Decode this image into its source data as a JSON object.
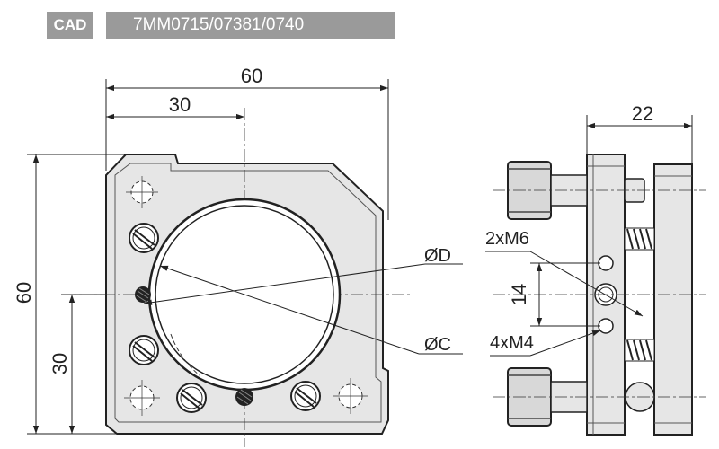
{
  "header": {
    "cad_label": "CAD",
    "model_numbers": "7MM0715/07381/0740"
  },
  "front_view": {
    "width_dim": "60",
    "center_x_dim": "30",
    "height_dim": "60",
    "center_y_dim": "30",
    "inner_dia_label": "ØD",
    "outer_dia_label": "ØC"
  },
  "side_view": {
    "depth_dim": "22",
    "pitch_dim": "14",
    "thread_label_1": "2xM6",
    "thread_label_2": "4xM4"
  },
  "colors": {
    "line": "#222222",
    "plate_fill": "#e6e6e6",
    "header_bg": "#9a9a9a",
    "header_text": "#ffffff"
  }
}
